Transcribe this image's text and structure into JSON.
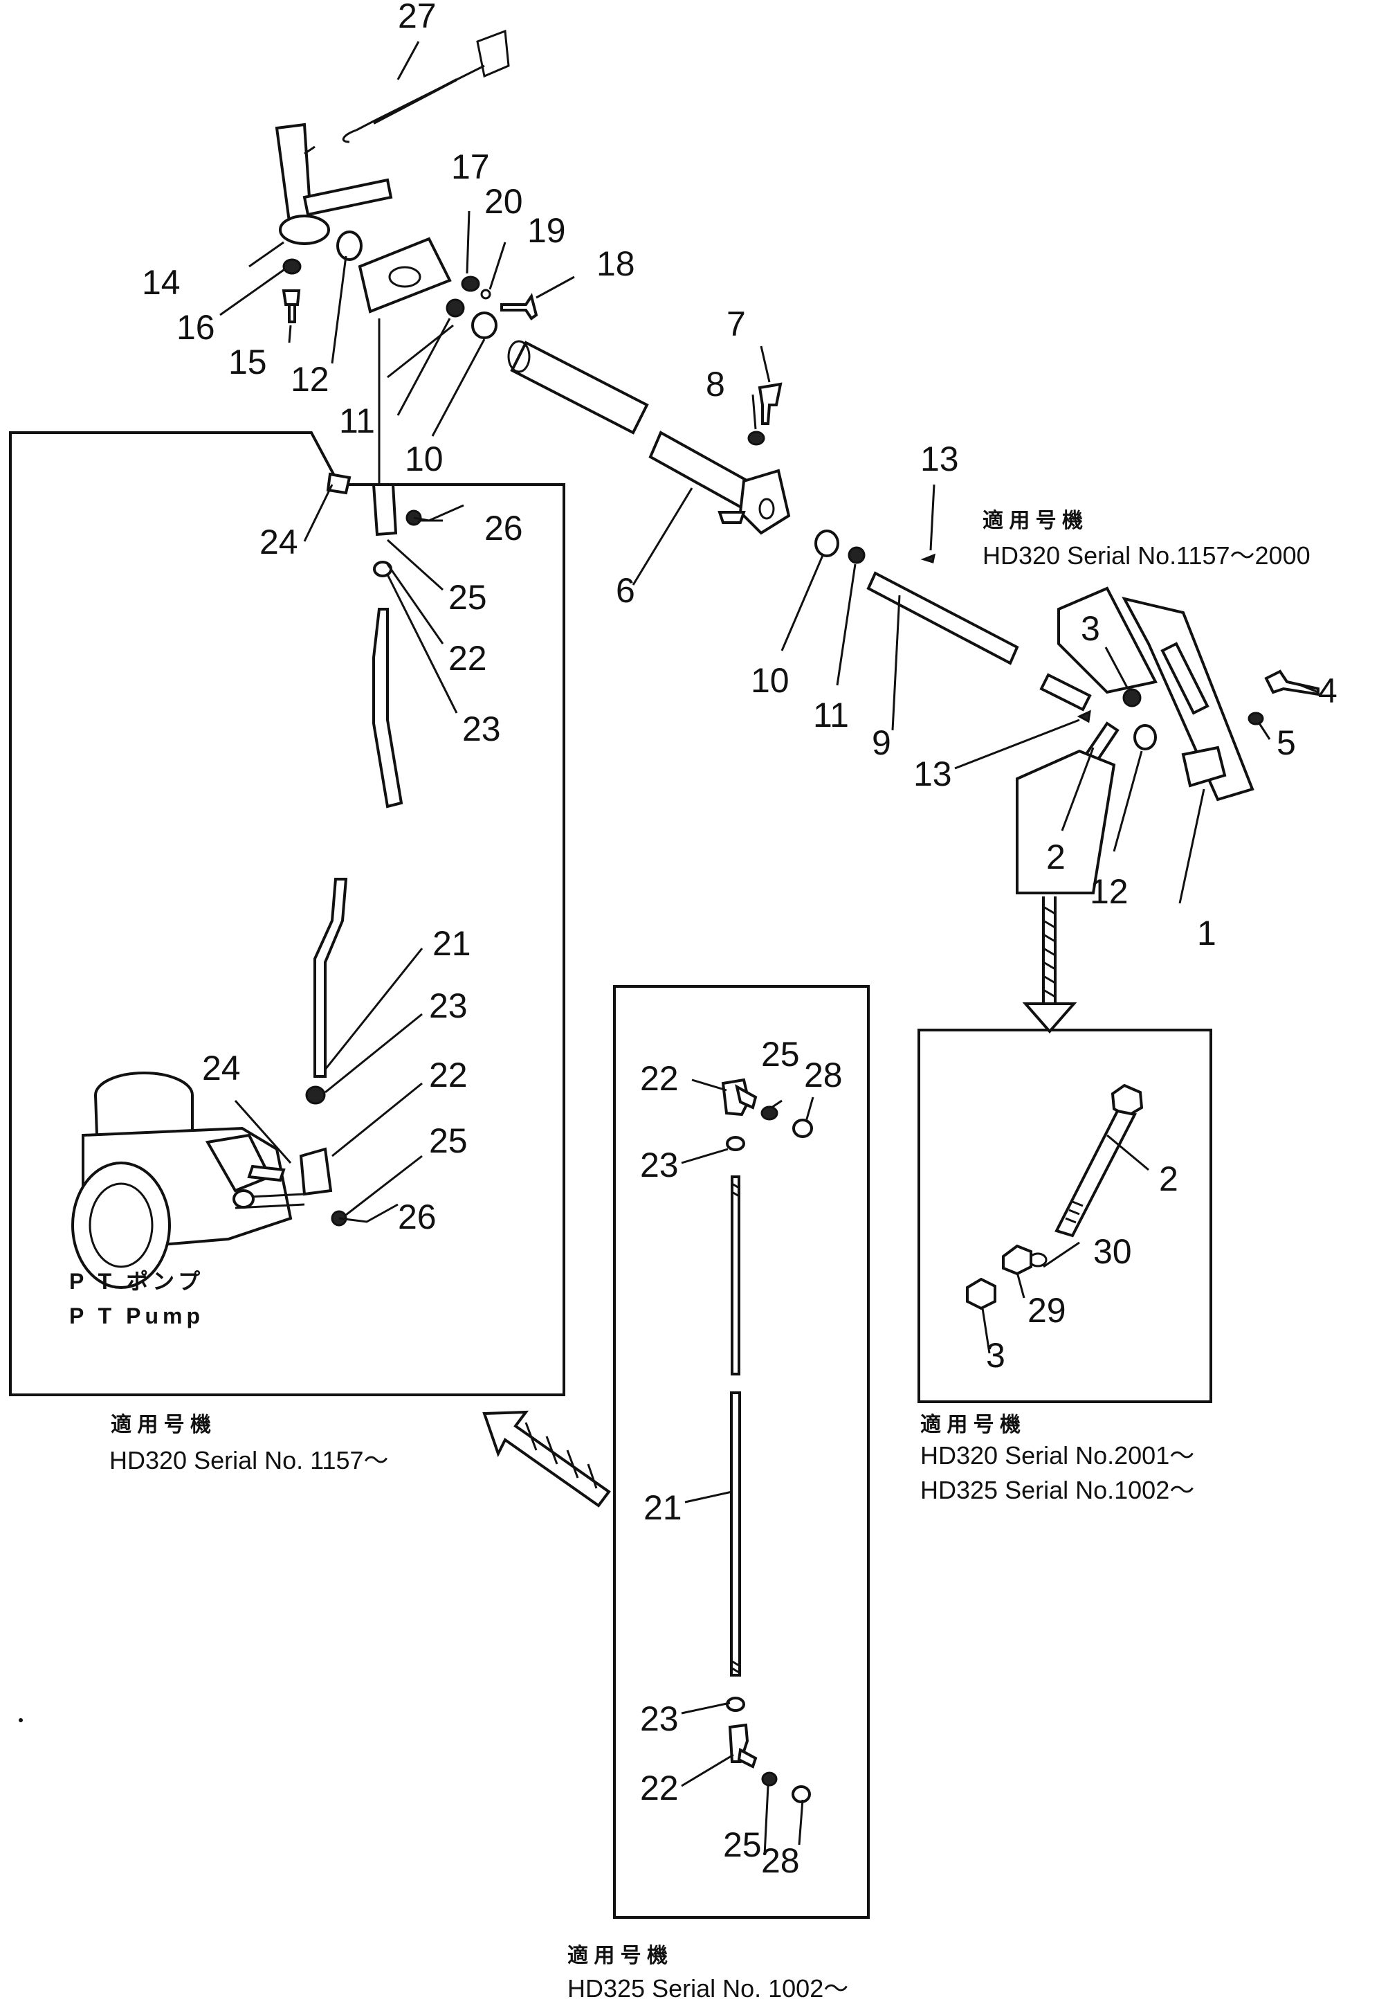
{
  "callouts": {
    "c27": "27",
    "c17": "17",
    "c20": "20",
    "c19": "19",
    "c18": "18",
    "c14": "14",
    "c16": "16",
    "c15": "15",
    "c12a": "12",
    "c11a": "11",
    "c10a": "10",
    "c7": "7",
    "c8": "8",
    "c13a": "13",
    "c6": "6",
    "c10b": "10",
    "c11b": "11",
    "c9": "9",
    "c13b": "13",
    "c3a": "3",
    "c4": "4",
    "c5": "5",
    "c2a": "2",
    "c12b": "12",
    "c1": "1",
    "c24a": "24",
    "c26a": "26",
    "c25a": "25",
    "c22a": "22",
    "c23a": "23",
    "c21a": "21",
    "c23b": "23",
    "c22b": "22",
    "c24b": "24",
    "c25b": "25",
    "c26b": "26",
    "m22a": "22",
    "m25a": "25",
    "m28a": "28",
    "m23a": "23",
    "m21": "21",
    "m23b": "23",
    "m22b": "22",
    "m25b": "25",
    "m28b": "28",
    "r2": "2",
    "r30": "30",
    "r29": "29",
    "r3": "3"
  },
  "captions": {
    "top_right_jp": "適 用 号 機",
    "top_right_en": "HD320 Serial No.1157～2000",
    "left_jp": "適 用 号 機",
    "left_en": "HD320 Serial No. 1157～",
    "right_jp": "適 用 号 機",
    "right_en_1": "HD320  Serial  No.2001～",
    "right_en_2": "HD325  Serial  No.1002～",
    "bottom_jp": "適 用 号 機",
    "bottom_en": "HD325 Serial No. 1002～"
  },
  "pump_label": {
    "jp": "P T ポンプ",
    "en": "P T Pump"
  }
}
